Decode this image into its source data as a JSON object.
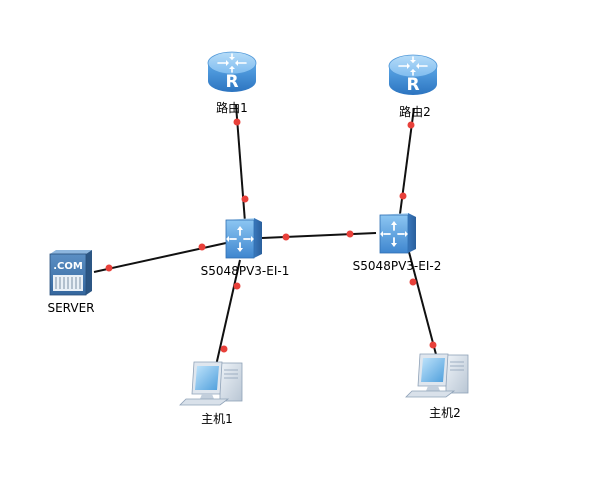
{
  "topology": {
    "nodes": [
      {
        "id": "router1",
        "type": "router",
        "label": "路由1",
        "icon": "router-icon"
      },
      {
        "id": "router2",
        "type": "router",
        "label": "路由2",
        "icon": "router-icon"
      },
      {
        "id": "switch1",
        "type": "switch",
        "label": "S5048PV3-EI-1",
        "icon": "switch-icon"
      },
      {
        "id": "switch2",
        "type": "switch",
        "label": "S5048PV3-EI-2",
        "icon": "switch-icon"
      },
      {
        "id": "server",
        "type": "server",
        "label": "SERVER",
        "icon": "server-icon",
        "badge": ".COM"
      },
      {
        "id": "host1",
        "type": "host",
        "label": "主机1",
        "icon": "pc-icon"
      },
      {
        "id": "host2",
        "type": "host",
        "label": "主机2",
        "icon": "pc-icon"
      }
    ],
    "links": [
      {
        "from": "router1",
        "to": "switch1"
      },
      {
        "from": "router2",
        "to": "switch2"
      },
      {
        "from": "switch1",
        "to": "switch2"
      },
      {
        "from": "server",
        "to": "switch1"
      },
      {
        "from": "switch1",
        "to": "host1"
      },
      {
        "from": "switch2",
        "to": "host2"
      }
    ],
    "colors": {
      "link": "#111111",
      "port": "#e8403a",
      "router_top": "#7fc0f0",
      "router_body": "#3f8fd6",
      "switch_body": "#6fb2e8",
      "server_body": "#4a7fb5",
      "pc_body": "#cfd8e3"
    }
  }
}
